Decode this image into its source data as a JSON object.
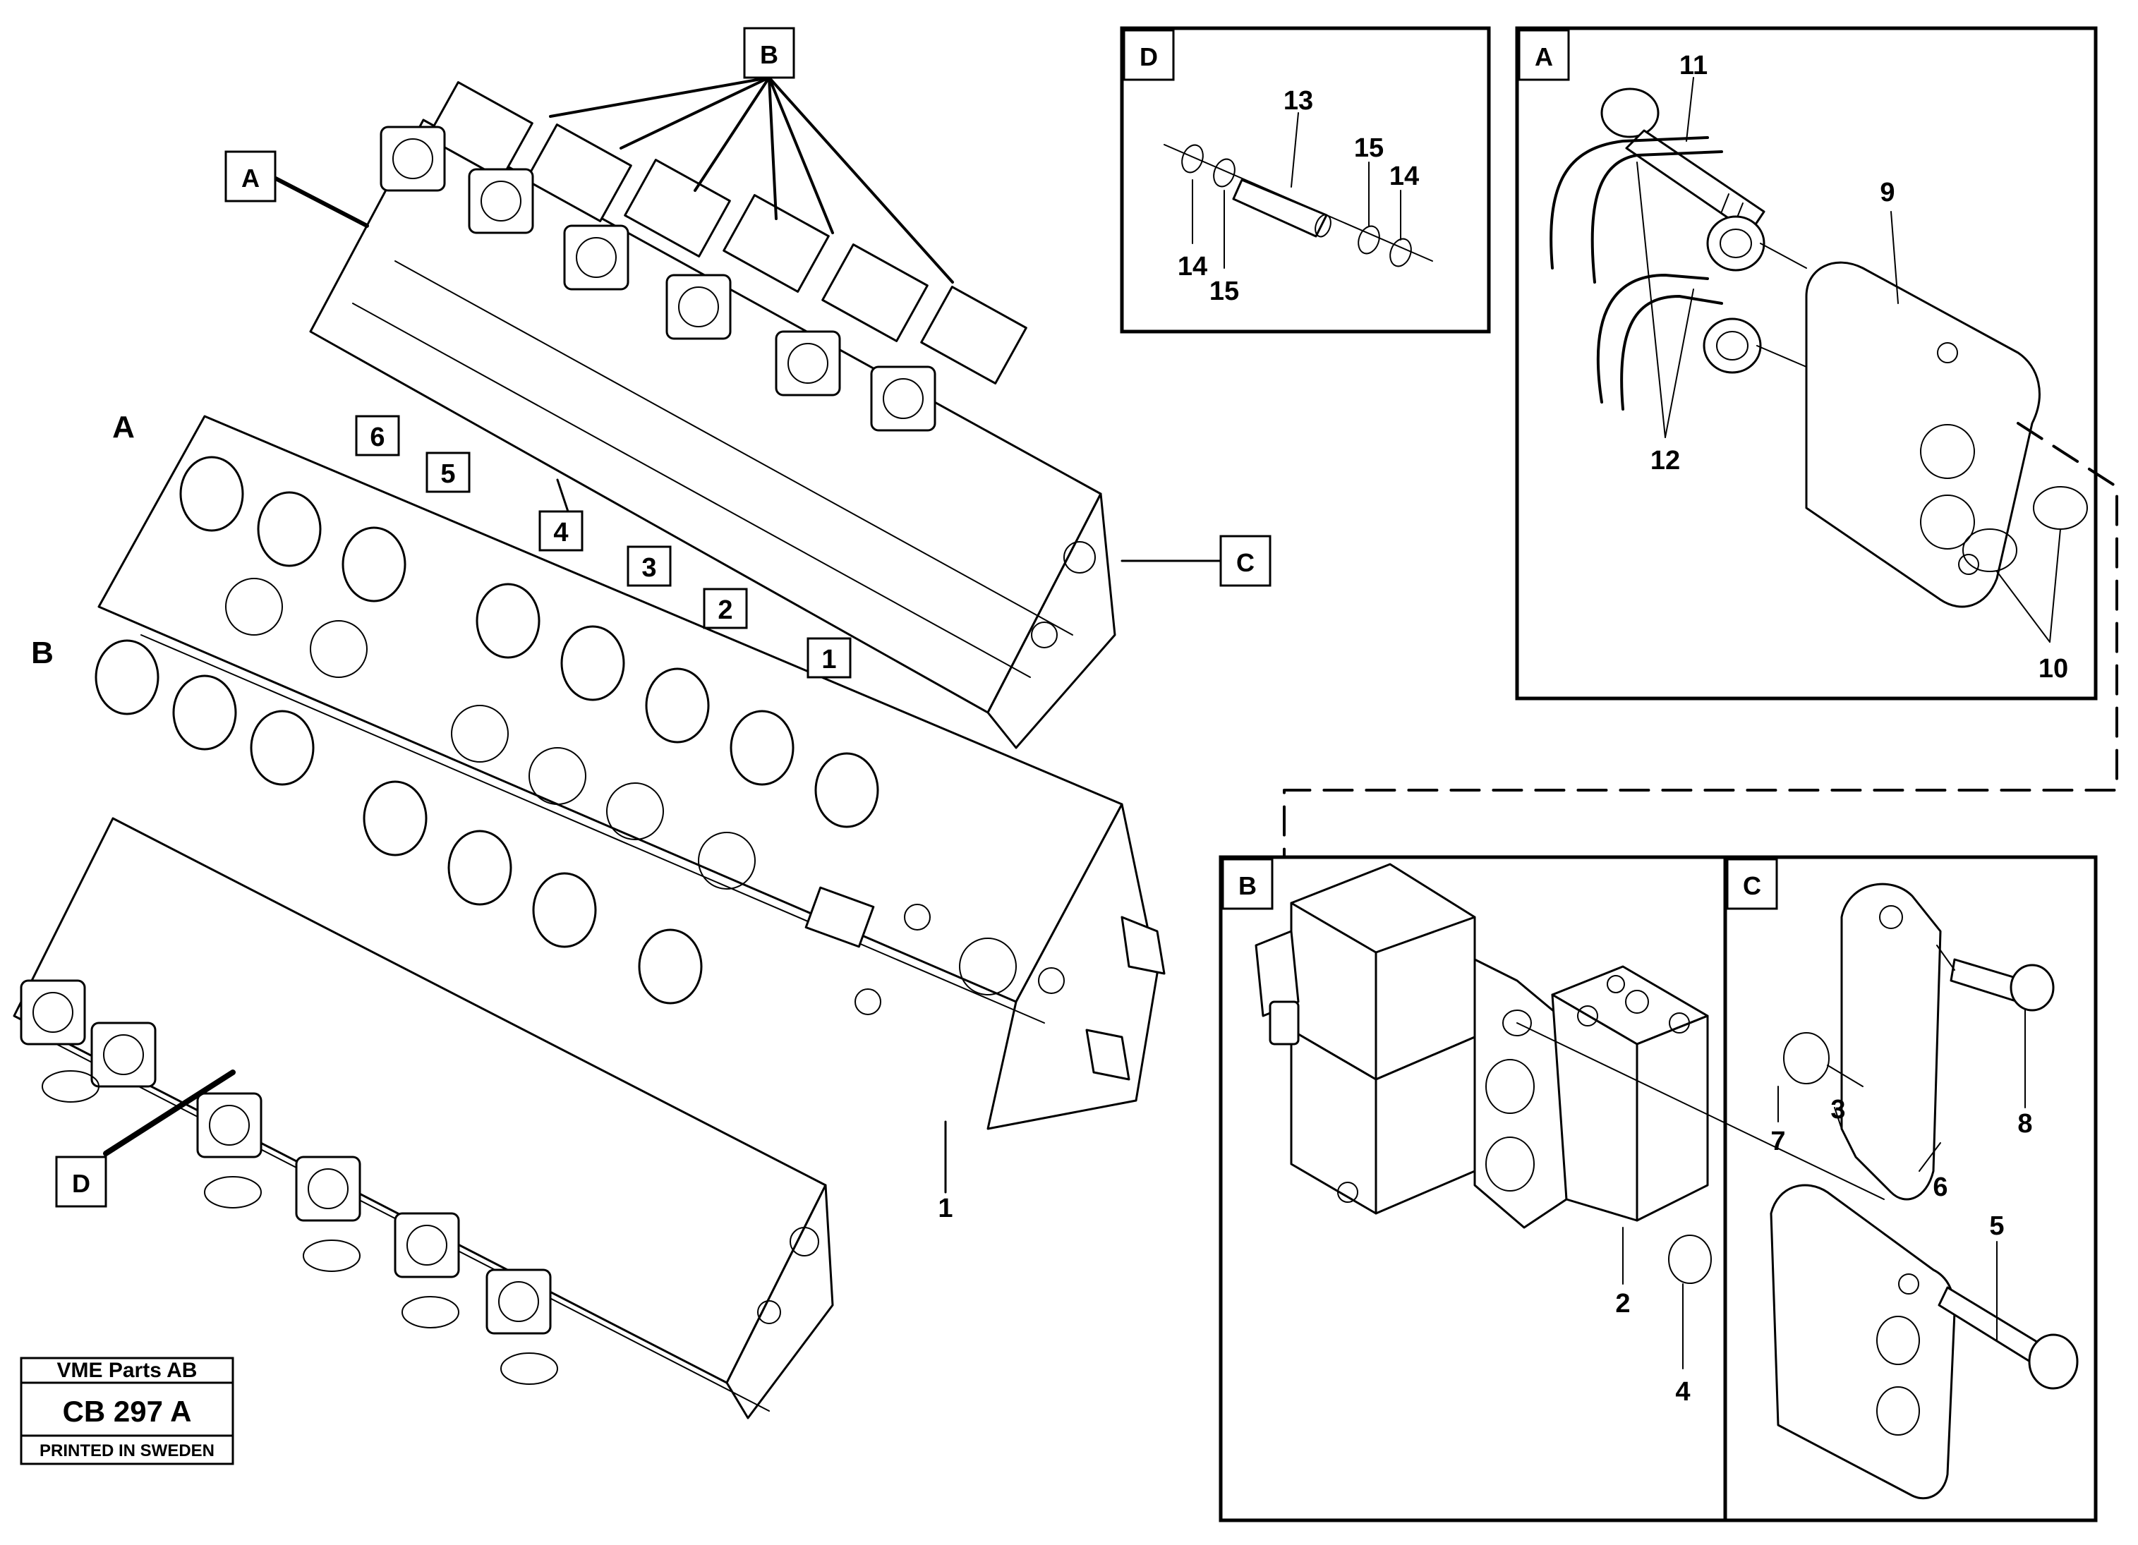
{
  "main_view": {
    "side_labels": [
      "A",
      "B"
    ],
    "callouts": {
      "a": "A",
      "b": "B",
      "c": "C",
      "d": "D"
    },
    "section_numbers": [
      "1",
      "2",
      "3",
      "4",
      "5",
      "6"
    ],
    "part_number": "1"
  },
  "detail_d": {
    "title": "D",
    "parts": [
      "13",
      "15",
      "14",
      "14",
      "15"
    ]
  },
  "detail_a": {
    "title": "A",
    "parts": [
      "11",
      "9",
      "12",
      "10"
    ]
  },
  "detail_b": {
    "title": "B",
    "parts": [
      "2",
      "4"
    ]
  },
  "detail_c": {
    "title": "C",
    "parts": [
      "7",
      "3",
      "6",
      "8",
      "5"
    ]
  },
  "stamp": {
    "company": "VME Parts AB",
    "code": "CB 297 A",
    "footer": "PRINTED IN SWEDEN"
  }
}
